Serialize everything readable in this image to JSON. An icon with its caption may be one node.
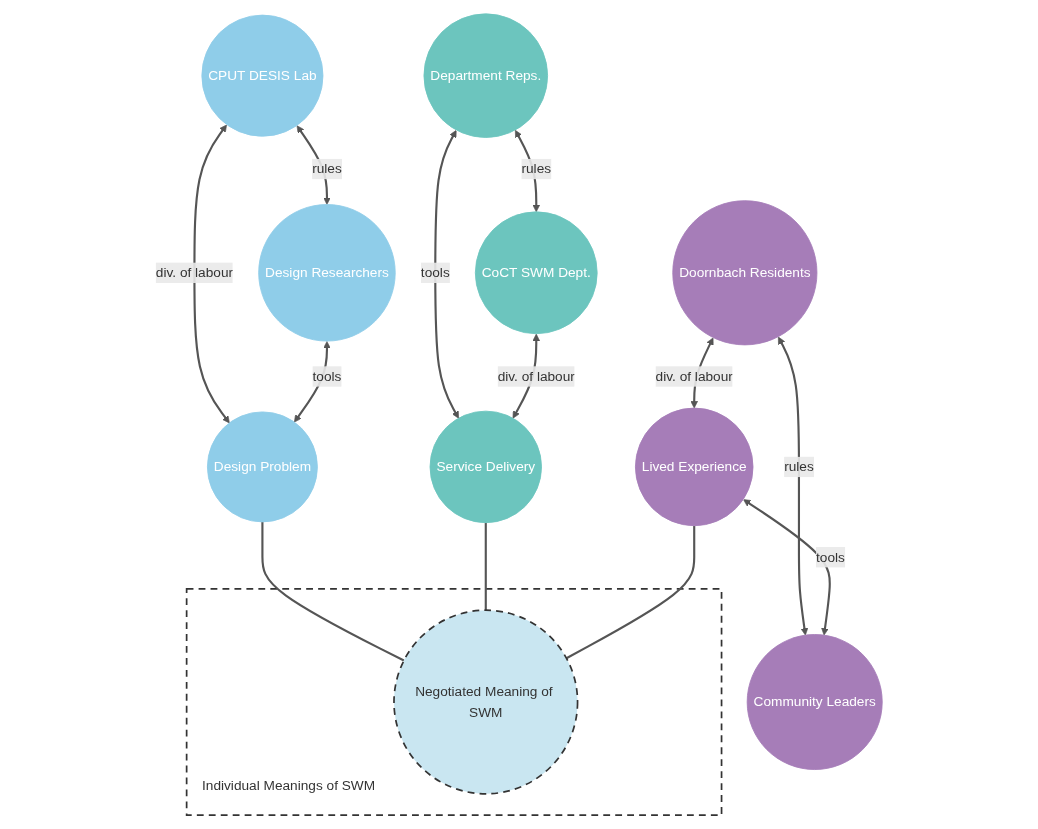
{
  "diagram": {
    "nodes": [
      {
        "text": [
          "CPUT DESIS Lab"
        ]
      },
      {
        "text": [
          "Design Researchers"
        ]
      },
      {
        "text": [
          "Design Problem"
        ]
      },
      {
        "text": [
          "Department Reps."
        ]
      },
      {
        "text": [
          "Service Delivery"
        ]
      },
      {
        "text": [
          "CoCT SWM Dept."
        ]
      },
      {
        "text": [
          "Doornbach Residents"
        ]
      },
      {
        "text": [
          "Lived Experience"
        ]
      },
      {
        "text": [
          "Community Leaders"
        ]
      },
      {
        "text": [
          "Individual Meanings of SWM"
        ]
      },
      {
        "text": [
          "Negotiated Meaning of SWM"
        ],
        "in": 9
      }
    ],
    "edges": [
      {
        "from": 0,
        "to": 1,
        "arrow": "both",
        "label": "rules"
      },
      {
        "from": 0,
        "to": 2,
        "arrow": "both",
        "label": "div. of labour"
      },
      {
        "from": 1,
        "to": 2,
        "arrow": "both",
        "label": "tools"
      },
      {
        "from": 3,
        "to": 4,
        "arrow": "both",
        "label": "tools"
      },
      {
        "from": 3,
        "to": 5,
        "arrow": "both",
        "label": "rules"
      },
      {
        "from": 5,
        "to": 4,
        "arrow": "both",
        "label": "div. of labour"
      },
      {
        "from": 6,
        "to": 7,
        "arrow": "both",
        "label": "div. of labour"
      },
      {
        "from": 6,
        "to": 8,
        "arrow": "both",
        "label": "rules"
      },
      {
        "from": 7,
        "to": 8,
        "arrow": "both",
        "label": "tools"
      },
      {
        "from": 2,
        "to": 10,
        "arrow": "none"
      },
      {
        "from": 4,
        "to": 10,
        "arrow": "none"
      },
      {
        "from": 7,
        "to": 10,
        "arrow": "none"
      }
    ]
  }
}
